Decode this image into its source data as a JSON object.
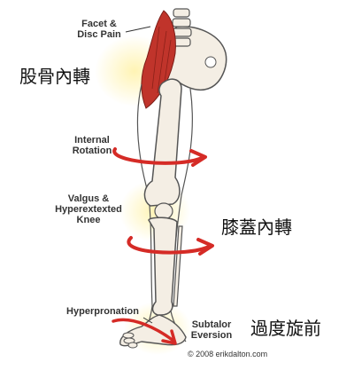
{
  "labels": {
    "facet_disc_pain": "Facet &\nDisc Pain",
    "internal_rotation": "Internal\nRotation",
    "valgus_knee": "Valgus &\nHyperextexted\nKnee",
    "hyperpronation": "Hyperpronation",
    "subtalor_eversion": "Subtalor\nEversion"
  },
  "chinese_labels": {
    "hip_internal_rotation": "股骨內轉",
    "knee_internal_rotation": "膝蓋內轉",
    "over_pronation": "過度旋前"
  },
  "copyright": "© 2008 erikdalton.com",
  "colors": {
    "bone": "#f4eee4",
    "bone_outline": "#555555",
    "muscle": "#c0342b",
    "arrow": "#d52b26",
    "glow": "#fff3b0"
  }
}
